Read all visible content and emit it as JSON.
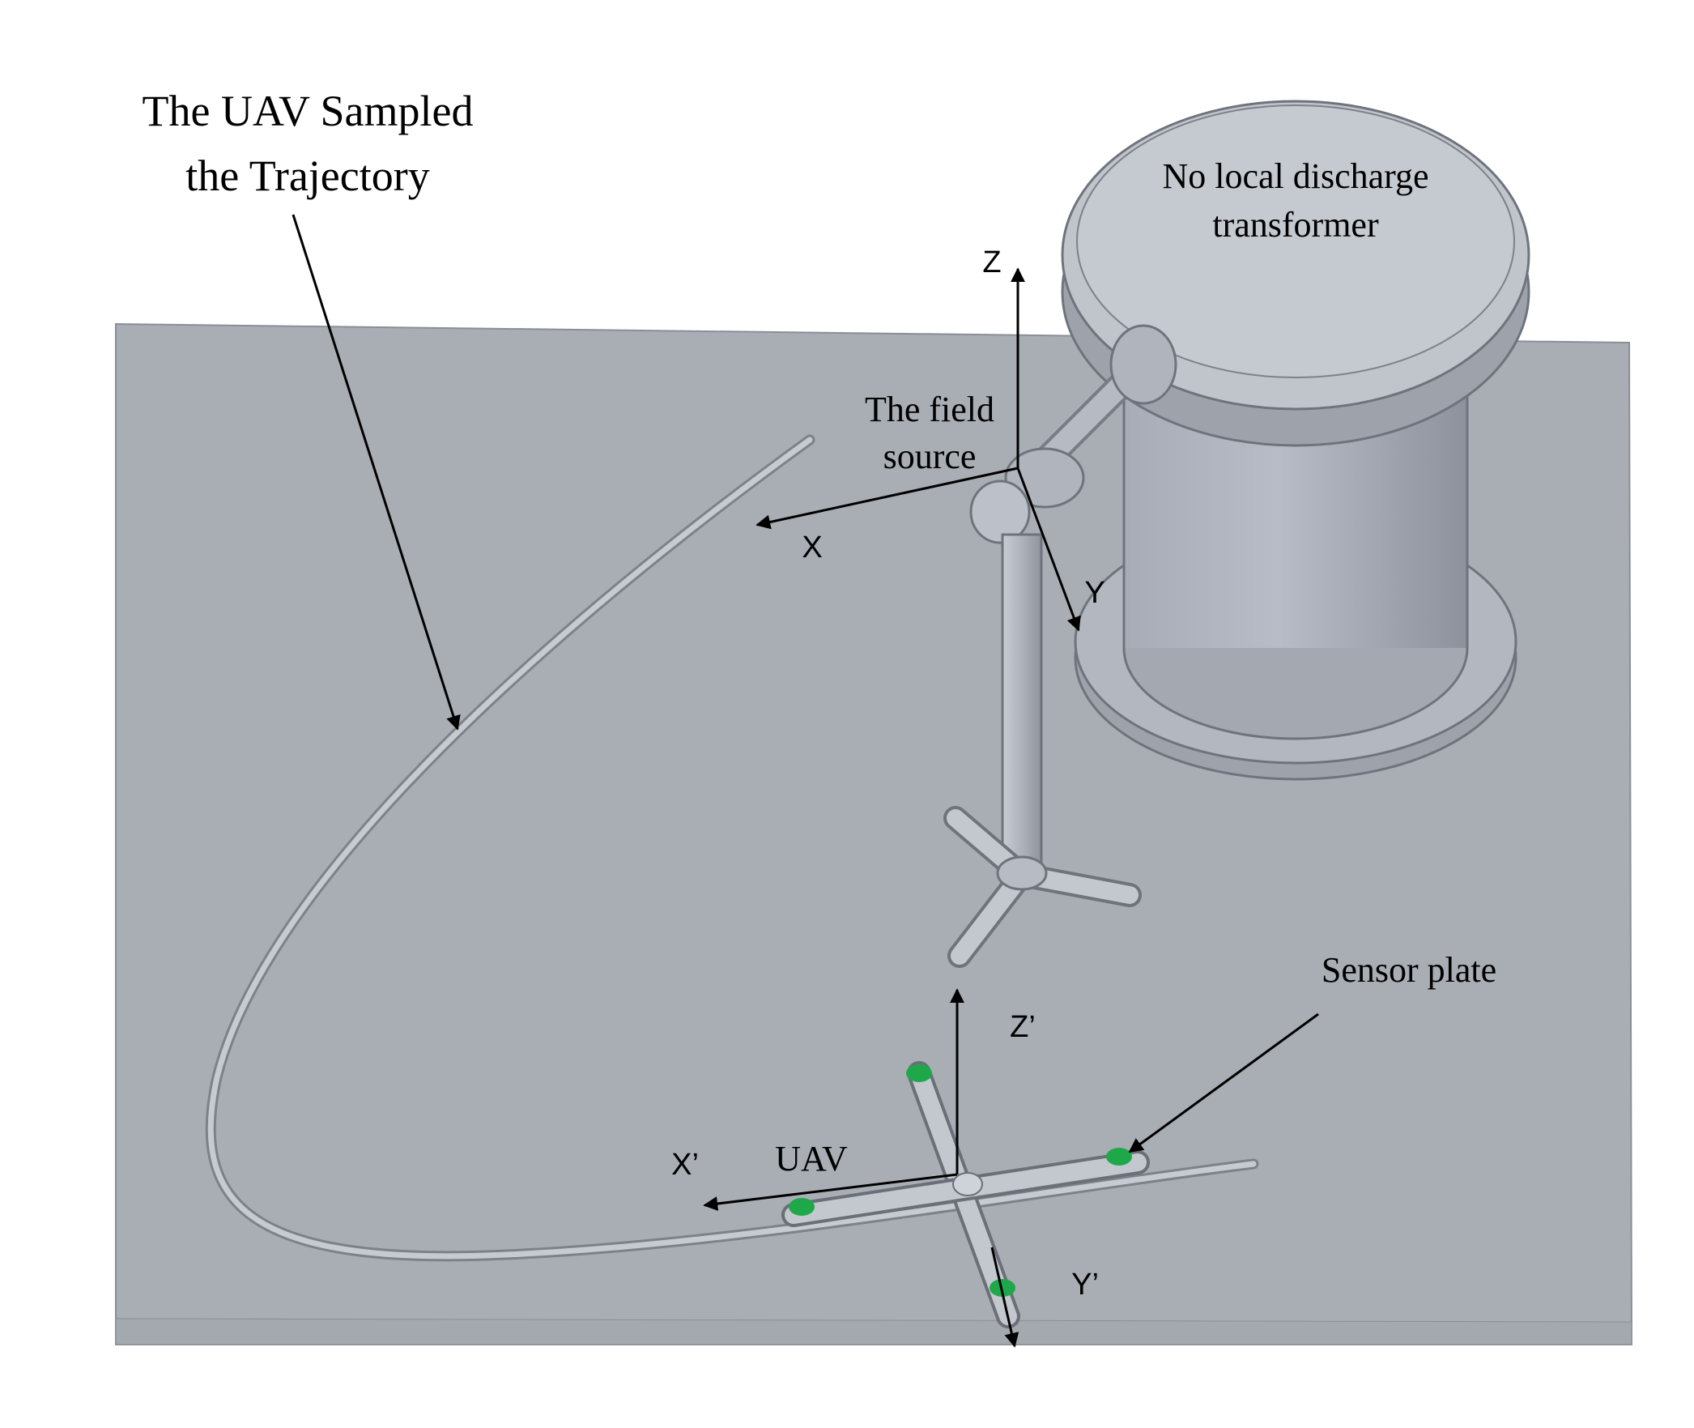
{
  "labels": {
    "trajectory_line1": "The UAV Sampled",
    "trajectory_line2": "the Trajectory",
    "transformer_line1": "No local discharge",
    "transformer_line2": "transformer",
    "field_source_line1": "The field",
    "field_source_line2": "source",
    "sensor_plate": "Sensor plate",
    "uav": "UAV"
  },
  "axes": {
    "source": {
      "x": "X",
      "y": "Y",
      "z": "Z"
    },
    "uav": {
      "x": "X’",
      "y": "Y’",
      "z": "Z’"
    }
  },
  "colors": {
    "ground": "#a9adb4",
    "metal": "#b4b8c0",
    "sensor": "#1fa84a",
    "arrow": "#000000"
  }
}
